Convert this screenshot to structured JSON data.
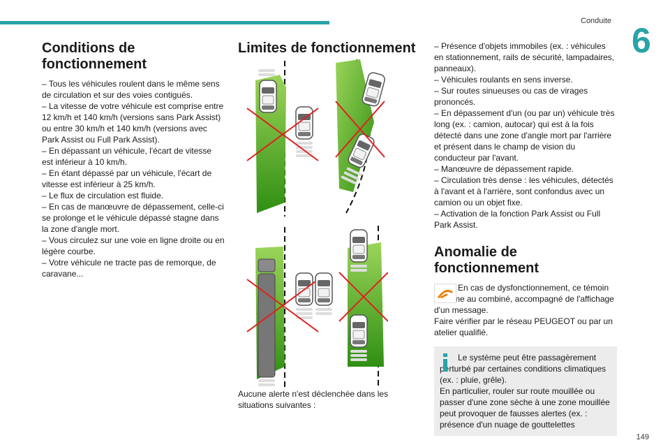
{
  "header": {
    "section": "Conduite",
    "chapter": "6",
    "page": "149"
  },
  "col1": {
    "title": "Conditions de fonctionnement",
    "lines": [
      "–  Tous les véhicules roulent dans le même sens de circulation et sur des voies contiguës.",
      "–  La vitesse de votre véhicule est comprise entre 12 km/h et 140 km/h (versions sans Park Assist) ou entre 30 km/h et 140 km/h (versions avec Park Assist ou Full Park Assist).",
      "–  En dépassant un véhicule, l'écart de vitesse est inférieur à 10 km/h.",
      "–  En étant dépassé par un véhicule, l'écart de vitesse est inférieur à 25 km/h.",
      "–  Le flux de circulation est fluide.",
      "–  En cas de manœuvre de dépassement, celle-ci se prolonge et le véhicule dépassé stagne dans la zone d'angle mort.",
      "–  Vous circulez sur une voie en ligne droite ou en légère courbe.",
      "–  Votre véhicule ne tracte pas de remorque, de caravane..."
    ]
  },
  "col2": {
    "title": "Limites de fonctionnement",
    "caption": "Aucune alerte n'est déclenchée dans les situations suivantes :"
  },
  "col3": {
    "lines": [
      "–  Présence d'objets immobiles (ex. : véhicules en stationnement, rails de sécurité, lampadaires, panneaux).",
      "–  Véhicules roulants en sens inverse.",
      "–  Sur routes sinueuses ou cas de virages prononcés.",
      "–  En dépassement d'un (ou par un) véhicule très long (ex. : camion, autocar) qui est à la fois détecté dans une zone d'angle mort par l'arrière et présent dans le champ de vision du conducteur par l'avant.",
      "–  Manœuvre de dépassement rapide.",
      "–  Circulation très dense : les véhicules, détectés à l'avant et à l'arrière, sont confondus avec un camion ou un objet fixe.",
      "–  Activation de la fonction Park Assist ou Full Park Assist."
    ],
    "anomaly_title": "Anomalie de fonctionnement",
    "anomaly_text_1": "En cas de dysfonctionnement, ce témoin s'allume au combiné, accompagné de l'affichage d'un message.",
    "anomaly_text_2": "Faire vérifier par le réseau PEUGEOT ou par un atelier qualifié.",
    "info_text_1": "Le système peut être passagèrement perturbé par certaines conditions climatiques (ex. : pluie, grêle).",
    "info_text_2": "En particulier, rouler sur route mouillée ou passer d'une zone sèche à une zone mouillée peut provoquer de fausses alertes (ex. : présence d'un nuage de gouttelettes"
  },
  "colors": {
    "accent": "#2aa3a8",
    "warning_icon": "#f07d00",
    "info_icon": "#2aa3a8",
    "zone_green": "#4caf1f",
    "cross_red": "#e02020"
  },
  "icons": {
    "warning": "blind-spot-warning-icon",
    "info": "info-icon"
  }
}
